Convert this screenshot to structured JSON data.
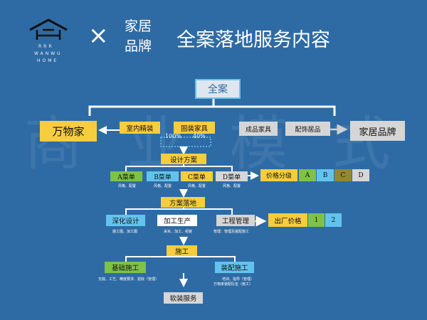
{
  "header": {
    "logo_letters_1": "RRR",
    "logo_letters_2": "WANWU",
    "logo_letters_3": "HOME",
    "cross": "×",
    "brand_line1": "家居",
    "brand_line2": "品牌",
    "title": "全案落地服务内容"
  },
  "watermark": "商 业 模 式",
  "nodes": {
    "quanan": "全案",
    "wanwujia": "万物家",
    "shinei": "室内精装",
    "gudong": "固装家具",
    "pct100": "100%",
    "pct40": "40%",
    "chengpin": "成品家具",
    "peishi": "配饰居品",
    "jiaju_pinpai": "家居品牌",
    "sheji": "设计方案",
    "menuA": "A菜单",
    "menuB": "B菜单",
    "menuC": "C菜单",
    "menuD": "D菜单",
    "menu_note": "风格、配置",
    "price_grade": "价格分级",
    "gradeA": "A",
    "gradeB": "B",
    "gradeC": "C",
    "gradeD": "D",
    "luodi": "方案落地",
    "shenhua": "深化设计",
    "jiagong": "加工生产",
    "gongcheng": "工程管理",
    "shenhua_note": "施工图、加工图",
    "jiagong_note": "采买、加工、组装",
    "gongcheng_note": "管理：管理及装配施工",
    "factory_price": "出厂价格",
    "fp1": "1",
    "fp2": "2",
    "shigong": "施工",
    "jichu": "基础施工",
    "zhuangpei": "装配施工",
    "jichu_note": "交底、工艺、精度要求、验收（管理）",
    "zhuangpei_note1": "培训、指导（管理）",
    "zhuangpei_note2": "万物家装配队伍（施工）",
    "ruanzhuang": "软装服务"
  },
  "colors": {
    "background": "#2e6ba4",
    "yellow": "#f5cd3e",
    "gray": "#d6d6d6",
    "cyan": "#62c4ee",
    "green": "#7ec24a",
    "olive": "#968630"
  }
}
